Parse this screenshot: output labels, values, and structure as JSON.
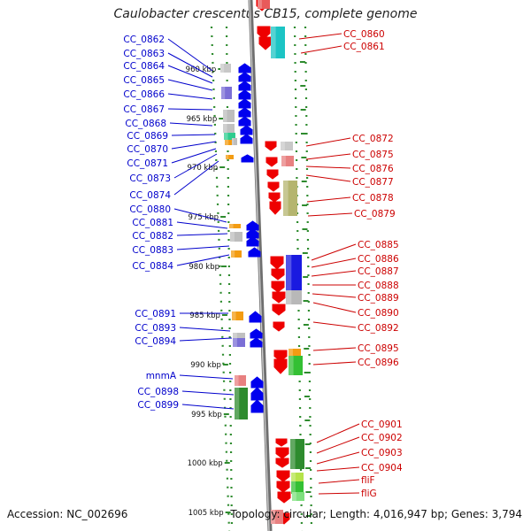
{
  "title": "Caulobacter crescentus CB15, complete genome",
  "footer": {
    "accession_label": "Accession: NC_002696",
    "topology": "Topology: circular;",
    "length": "Length: 4,016,947 bp;",
    "genes": "Genes: 3,794"
  },
  "colors": {
    "backbone": "#8c8c8c",
    "tick": "#2e8b2e",
    "left_label": "#0000cc",
    "right_label": "#cc0000",
    "reverse_gene": "#0000ee",
    "forward_gene": "#ee0000"
  },
  "scale_ticks": [
    "960 kbp",
    "965 kbp",
    "970 kbp",
    "975 kbp",
    "980 kbp",
    "985 kbp",
    "990 kbp",
    "995 kbp",
    "1000 kbp",
    "1005 kbp"
  ],
  "left_labels": [
    "CC_0862",
    "CC_0863",
    "CC_0864",
    "CC_0865",
    "CC_0866",
    "CC_0867",
    "CC_0868",
    "CC_0869",
    "CC_0870",
    "CC_0871",
    "CC_0873",
    "CC_0874",
    "CC_0880",
    "CC_0881",
    "CC_0882",
    "CC_0883",
    "CC_0884",
    "CC_0891",
    "CC_0893",
    "CC_0894",
    "mnmA",
    "CC_0898",
    "CC_0899"
  ],
  "right_labels": [
    "CC_0860",
    "CC_0861",
    "CC_0872",
    "CC_0875",
    "CC_0876",
    "CC_0877",
    "CC_0878",
    "CC_0879",
    "CC_0885",
    "CC_0886",
    "CC_0887",
    "CC_0888",
    "CC_0889",
    "CC_0890",
    "CC_0892",
    "CC_0895",
    "CC_0896",
    "CC_0901",
    "CC_0902",
    "CC_0903",
    "CC_0904",
    "fliF",
    "fliG"
  ]
}
